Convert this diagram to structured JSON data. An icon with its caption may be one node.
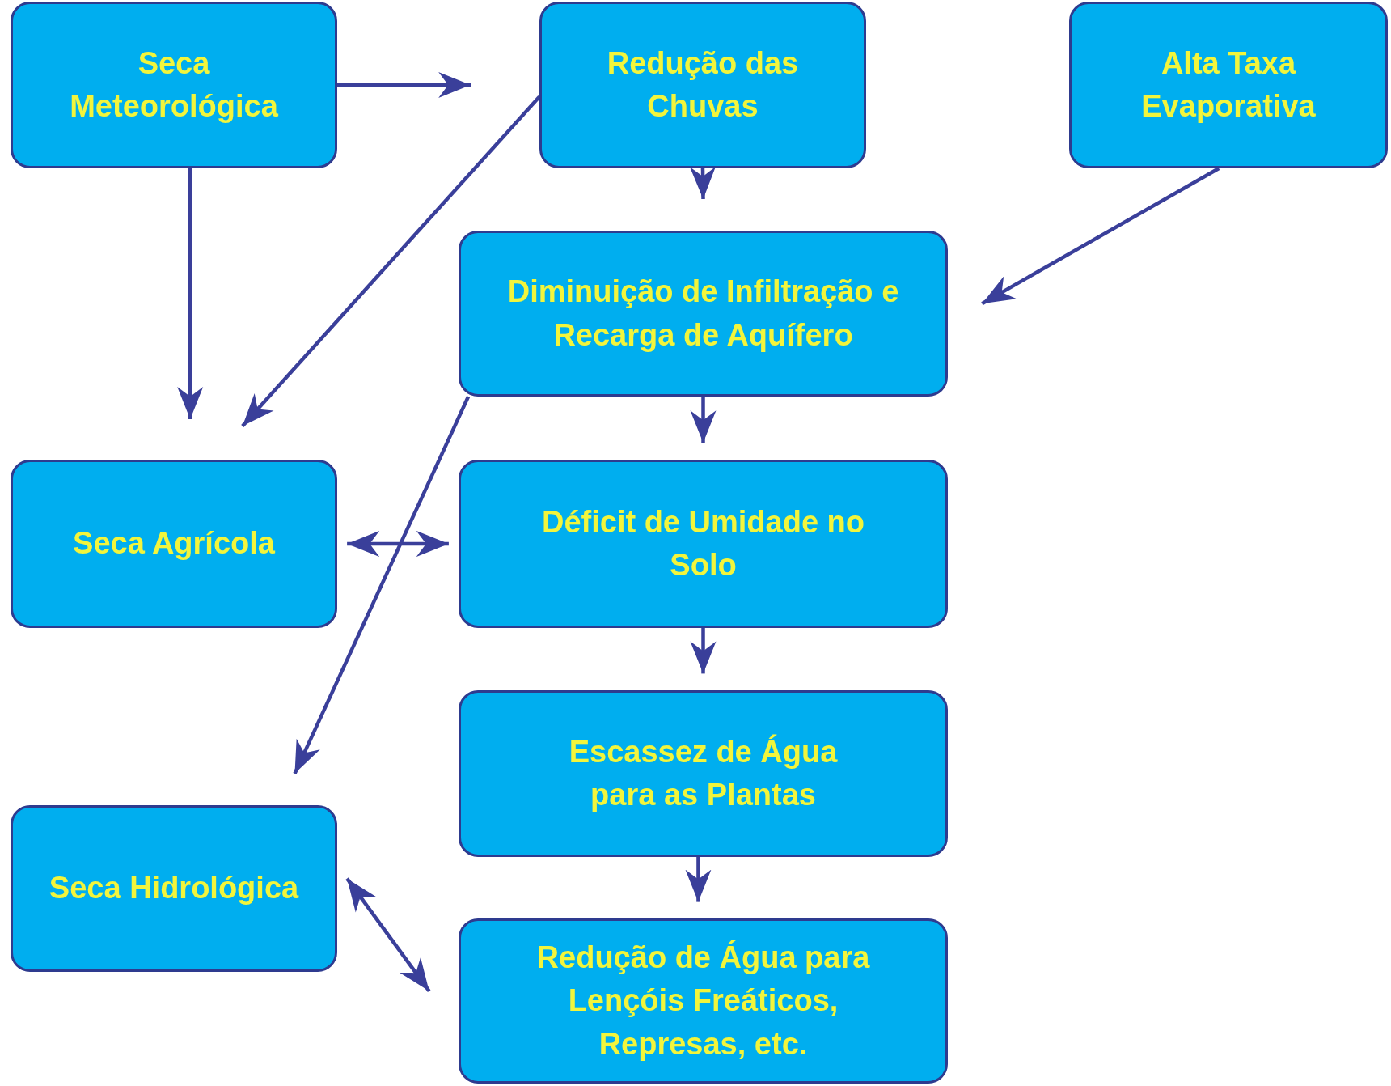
{
  "diagram": {
    "nodes": [
      {
        "text": [
          "Seca Meteorológica"
        ]
      },
      {
        "text": [
          "Redução das Chuvas"
        ]
      },
      {
        "text": [
          "Alta Taxa Evaporativa"
        ]
      },
      {
        "text": [
          "Diminuição de Infiltração e Recarga de Aquífero"
        ]
      },
      {
        "text": [
          "Seca Agrícola"
        ]
      },
      {
        "text": [
          "Déficit de Umidade no Solo"
        ]
      },
      {
        "text": [
          "Escassez de Água para as Plantas"
        ]
      },
      {
        "text": [
          "Seca Hidrológica"
        ]
      },
      {
        "text": [
          "Redução de Água para Lençóis Freáticos, Represas, etc."
        ]
      }
    ],
    "edges": [
      {
        "from": 0,
        "to": 1,
        "arrow": "to"
      },
      {
        "from": 0,
        "to": 4,
        "arrow": "to"
      },
      {
        "from": 1,
        "to": 4,
        "arrow": "to"
      },
      {
        "from": 1,
        "to": 3,
        "arrow": "to"
      },
      {
        "from": 2,
        "to": 3,
        "arrow": "to"
      },
      {
        "from": 3,
        "to": 5,
        "arrow": "to"
      },
      {
        "from": 3,
        "to": 7,
        "arrow": "to"
      },
      {
        "from": 5,
        "to": 4,
        "arrow": "both"
      },
      {
        "from": 5,
        "to": 6,
        "arrow": "to"
      },
      {
        "from": 6,
        "to": 8,
        "arrow": "to"
      },
      {
        "from": 7,
        "to": 8,
        "arrow": "both"
      }
    ]
  }
}
